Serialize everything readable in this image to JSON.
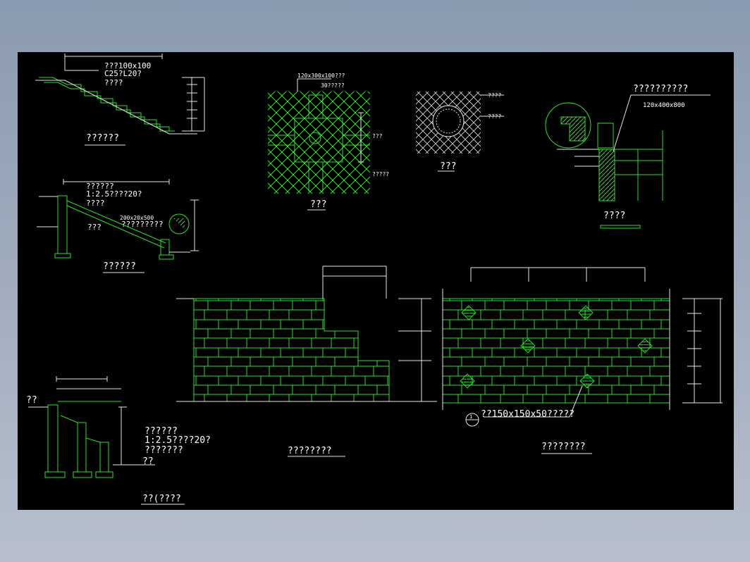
{
  "colors": {
    "background_outer": "#8a9ab0",
    "sheet": "#000000",
    "line_primary": "#2ee02e",
    "line_dim": "#e8e8e8",
    "text": "#ffffff"
  },
  "stair_section": {
    "notes": [
      "???100x100",
      "C25?L20?",
      "????"
    ],
    "title": "??????"
  },
  "stair_section_2": {
    "notes": [
      "??????",
      "1:2.5????20?",
      "????",
      "???",
      "200x20x500",
      "?????????"
    ],
    "title": "??????"
  },
  "plan_detail": {
    "dim_label": "120x300x100???",
    "notes": [
      "30?????",
      "???",
      "?????"
    ],
    "title": "???"
  },
  "round_detail": {
    "notes": [
      "????",
      "????"
    ],
    "title": "???"
  },
  "corner_detail": {
    "heading": "??????????",
    "size_label": "120x400x800",
    "title": "????"
  },
  "wall_elevation_1": {
    "title": "????????"
  },
  "wall_elevation_2": {
    "callout_number": "1",
    "callout": "??150x150x50?????",
    "title": "????????"
  },
  "step_section": {
    "notes_top": [
      "??"
    ],
    "notes": [
      "??????",
      "1:2.5????20?",
      "???????"
    ],
    "note_bottom": "??",
    "title": "??(????"
  }
}
